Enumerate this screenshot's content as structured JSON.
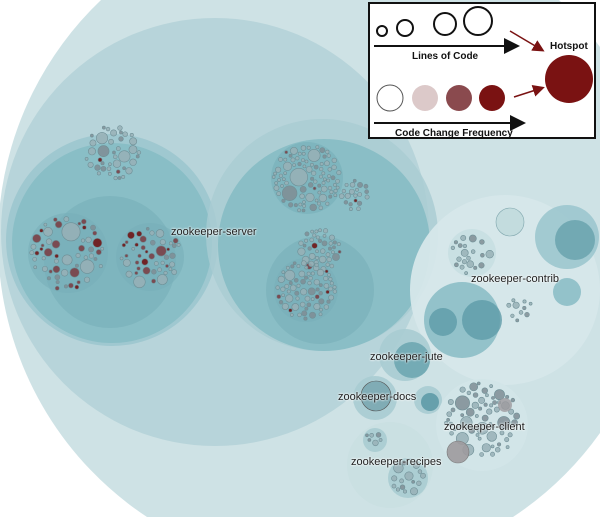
{
  "modules": {
    "server": "zookeeper-server",
    "contrib": "zookeeper-contrib",
    "jute": "zookeeper-jute",
    "docs": "zookeeper-docs",
    "client": "zookeeper-client",
    "recipes": "zookeeper-recipes"
  },
  "legend": {
    "loc_label": "Lines of Code",
    "freq_label": "Code Change Frequency",
    "hotspot_label": "Hotspot",
    "freq_colors": [
      "#ffffff",
      "#dcc9c9",
      "#8a4a4e",
      "#7a1212"
    ]
  },
  "colors": {
    "hotspot": "#7a1212",
    "module": "#6fa9b2",
    "file": "#8fa6ad"
  }
}
